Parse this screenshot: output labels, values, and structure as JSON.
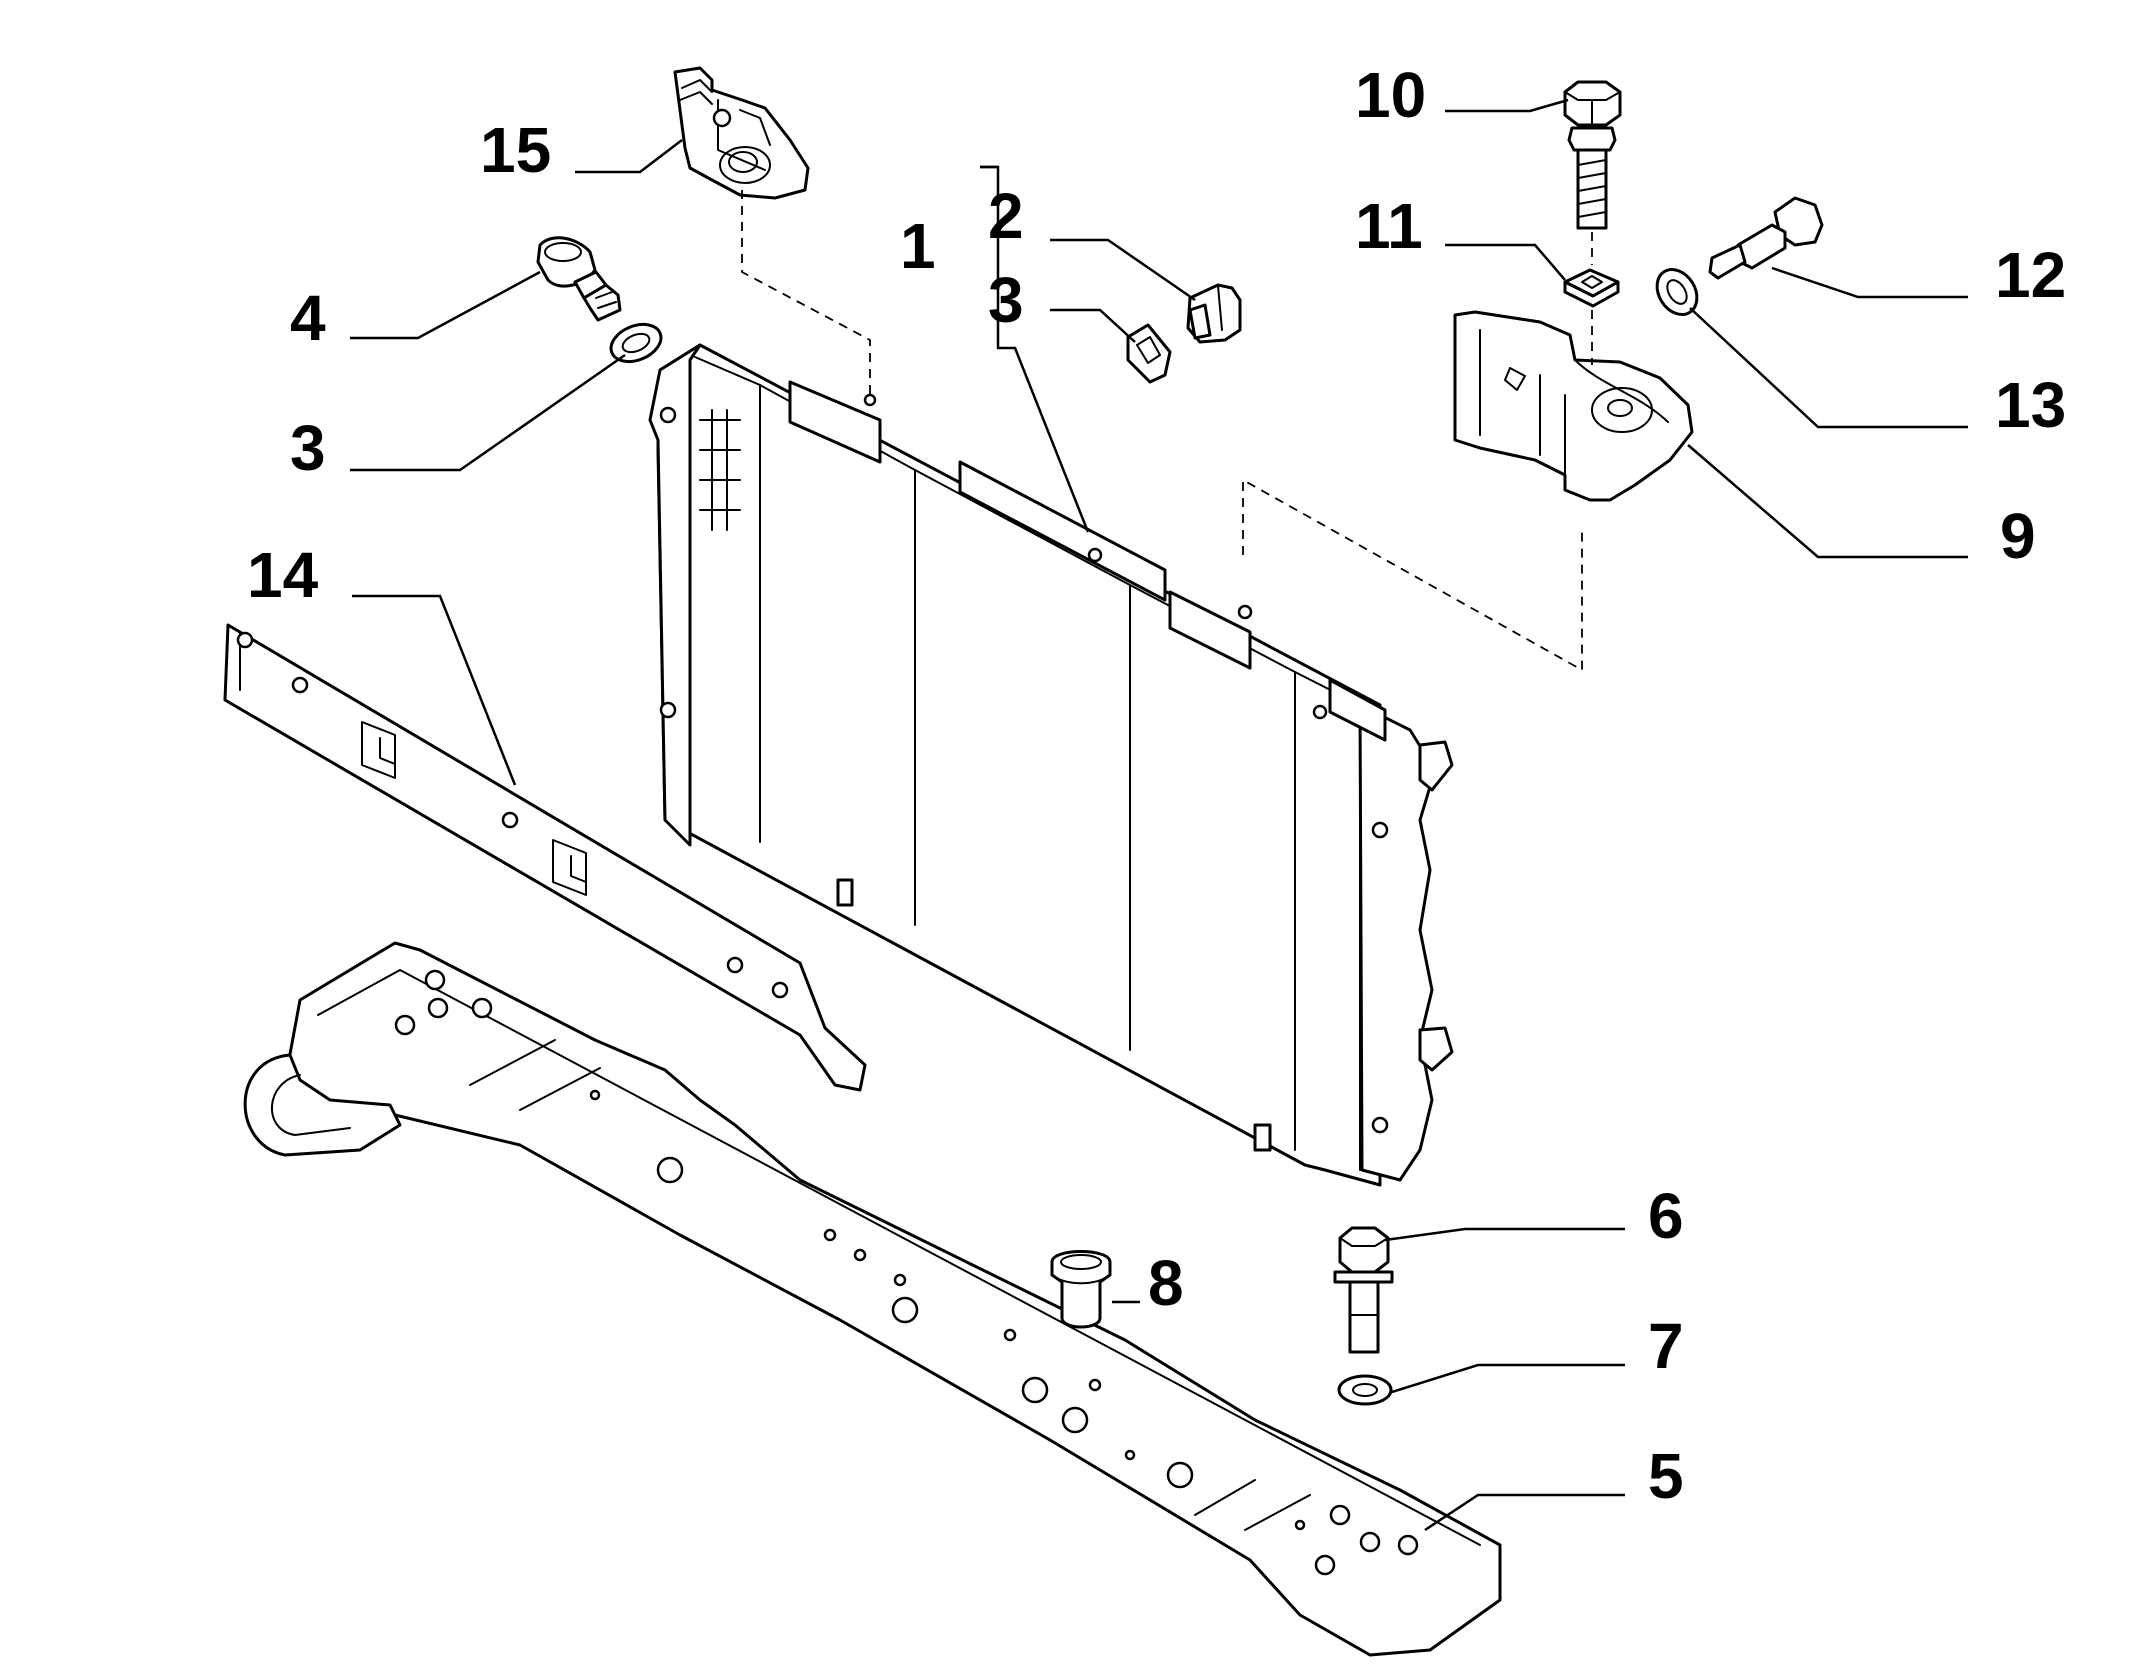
{
  "callouts": {
    "c1": "1",
    "c2": "2",
    "c3a": "3",
    "c3b": "3",
    "c4": "4",
    "c5": "5",
    "c6": "6",
    "c7": "7",
    "c8": "8",
    "c9": "9",
    "c10": "10",
    "c11": "11",
    "c12": "12",
    "c13": "13",
    "c14": "14",
    "c15": "15"
  }
}
